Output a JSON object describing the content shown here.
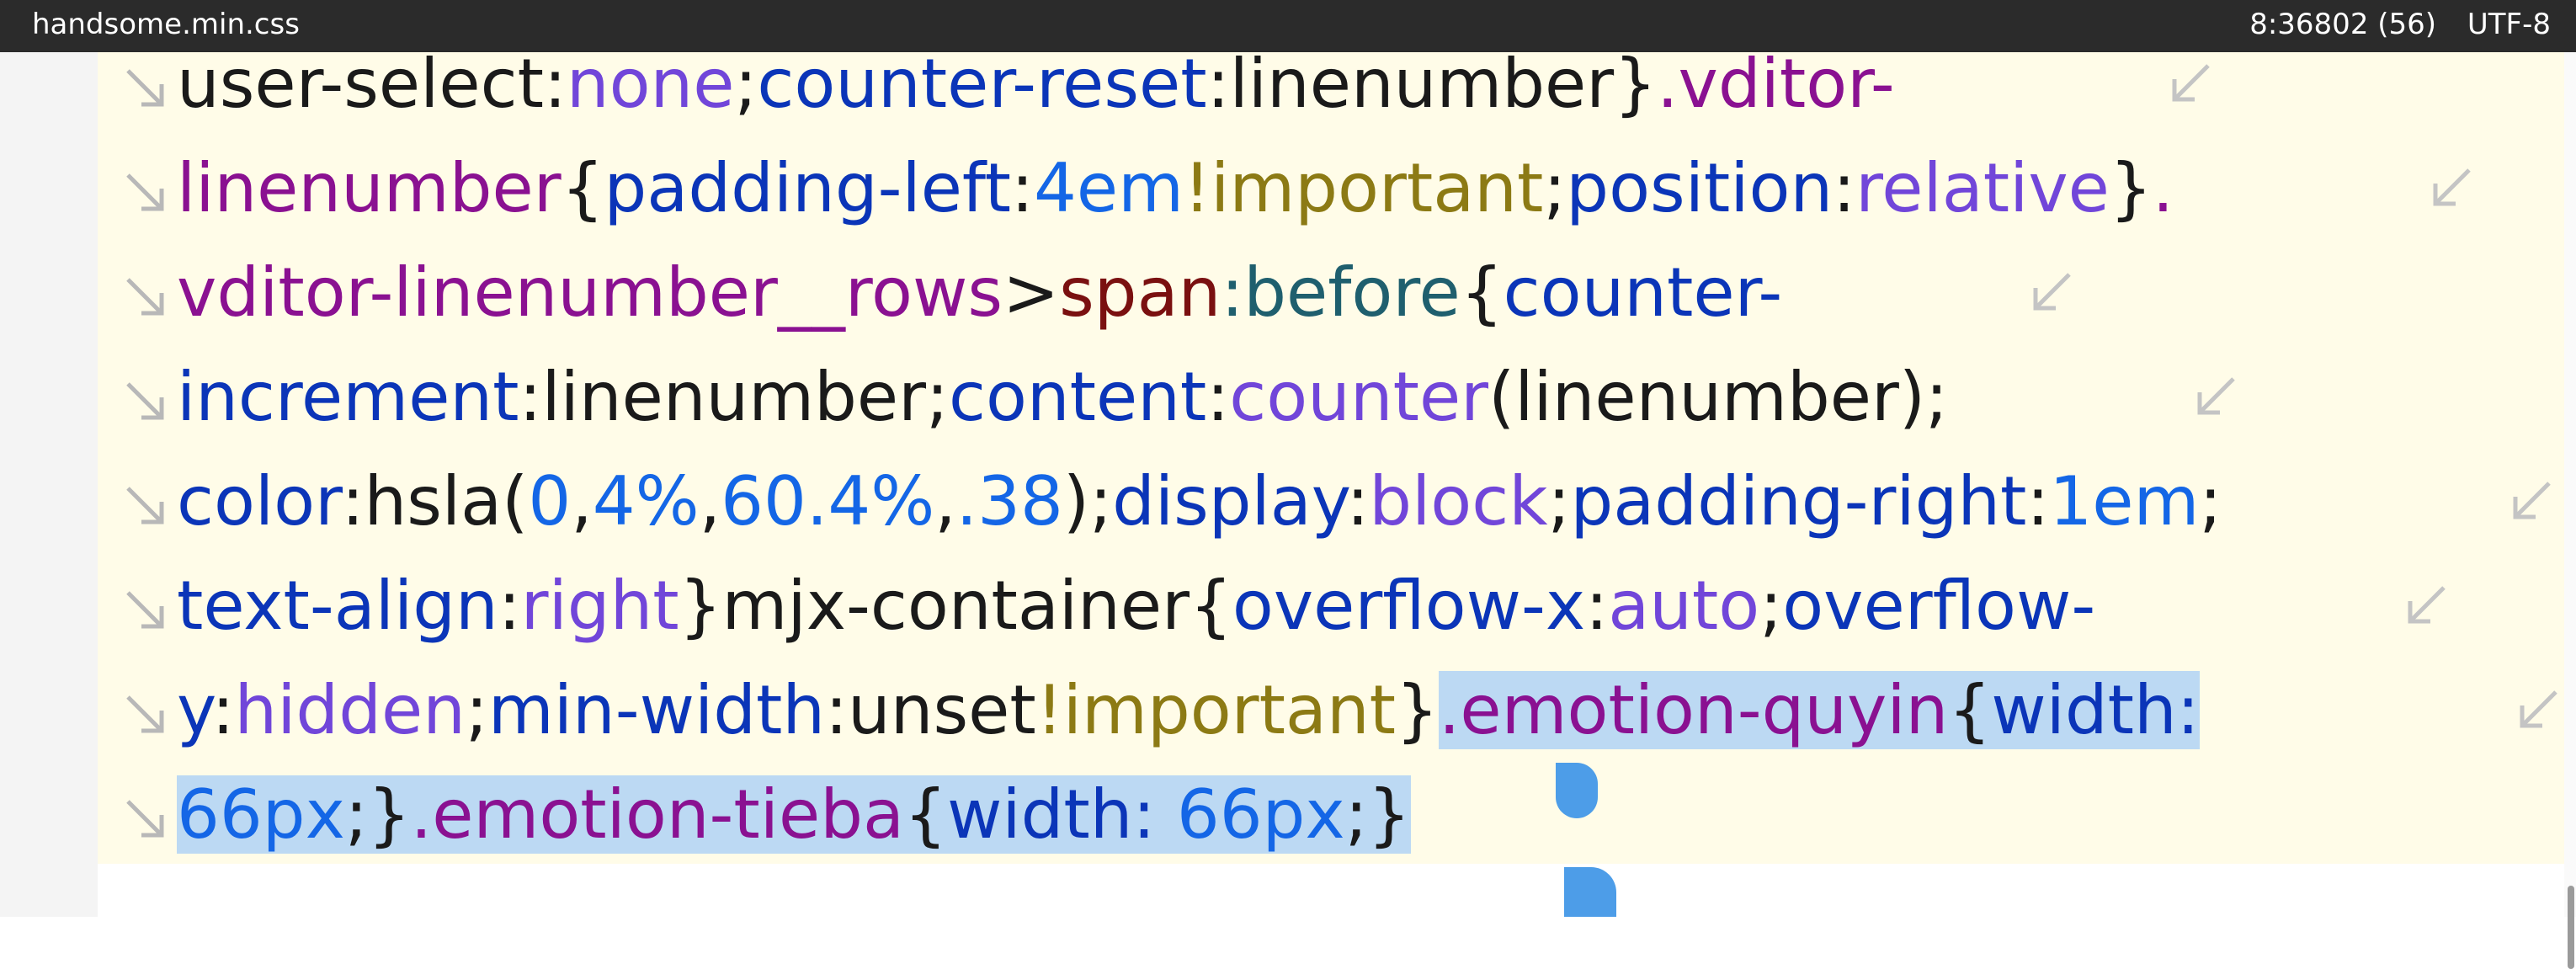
{
  "titlebar": {
    "filename": "handsome.min.css",
    "cursor_position": "8:36802 (56)",
    "encoding": "UTF-8"
  },
  "colors": {
    "property": "#0b35b8",
    "keyword_value": "#7146d9",
    "number": "#1466e6",
    "selector_class": "#8a1191",
    "important": "#8c7a14",
    "tag": "#7a1010",
    "pseudo": "#1f5f6e",
    "punctuation": "#1a1a1a",
    "selection": "#bcd9f3",
    "editor_background": "#fffce8"
  },
  "code_lines": [
    [
      [
        "p",
        "user-select:"
      ],
      [
        "v",
        "none"
      ],
      [
        "p",
        ";"
      ],
      [
        "k",
        "counter-reset"
      ],
      [
        "p",
        ":linenumber}"
      ],
      [
        "c",
        ".vditor-"
      ]
    ],
    [
      [
        "c",
        "linenumber"
      ],
      [
        "p",
        "{"
      ],
      [
        "k",
        "padding-left"
      ],
      [
        "p",
        ":"
      ],
      [
        "n",
        "4em"
      ],
      [
        "i",
        "!important"
      ],
      [
        "p",
        ";"
      ],
      [
        "k",
        "position"
      ],
      [
        "p",
        ":"
      ],
      [
        "v",
        "relative"
      ],
      [
        "p",
        "}"
      ],
      [
        "c",
        "."
      ]
    ],
    [
      [
        "c",
        "vditor-linenumber__rows"
      ],
      [
        "p",
        ">"
      ],
      [
        "t",
        "span"
      ],
      [
        "ps",
        ":before"
      ],
      [
        "p",
        "{"
      ],
      [
        "k",
        "counter-"
      ]
    ],
    [
      [
        "k",
        "increment"
      ],
      [
        "p",
        ":linenumber;"
      ],
      [
        "k",
        "content"
      ],
      [
        "p",
        ":"
      ],
      [
        "v",
        "counter"
      ],
      [
        "p",
        "(linenumber);"
      ]
    ],
    [
      [
        "k",
        "color"
      ],
      [
        "p",
        ":hsla("
      ],
      [
        "n",
        "0"
      ],
      [
        "p",
        ","
      ],
      [
        "n",
        "4%"
      ],
      [
        "p",
        ","
      ],
      [
        "n",
        "60.4%"
      ],
      [
        "p",
        ","
      ],
      [
        "n",
        ".38"
      ],
      [
        "p",
        ");"
      ],
      [
        "k",
        "display"
      ],
      [
        "p",
        ":"
      ],
      [
        "v",
        "block"
      ],
      [
        "p",
        ";"
      ],
      [
        "k",
        "padding-right"
      ],
      [
        "p",
        ":"
      ],
      [
        "n",
        "1em"
      ],
      [
        "p",
        ";"
      ]
    ],
    [
      [
        "k",
        "text-align"
      ],
      [
        "p",
        ":"
      ],
      [
        "v",
        "right"
      ],
      [
        "p",
        "}mjx-container{"
      ],
      [
        "k",
        "overflow-x"
      ],
      [
        "p",
        ":"
      ],
      [
        "v",
        "auto"
      ],
      [
        "p",
        ";"
      ],
      [
        "k",
        "overflow-"
      ]
    ],
    [
      [
        "k",
        "y"
      ],
      [
        "p",
        ":"
      ],
      [
        "v",
        "hidden"
      ],
      [
        "p",
        ";"
      ],
      [
        "k",
        "min-width"
      ],
      [
        "p",
        ":unset"
      ],
      [
        "i",
        "!important"
      ],
      [
        "p",
        "}"
      ],
      [
        "c",
        ".emotion-quyin",
        1
      ],
      [
        "p",
        "{",
        1
      ],
      [
        "k",
        "width:",
        1
      ]
    ],
    [
      [
        "n",
        "66px",
        1
      ],
      [
        "p",
        ";}",
        1
      ],
      [
        "c",
        ".emotion-tieba",
        1
      ],
      [
        "p",
        "{",
        1
      ],
      [
        "k",
        "width:",
        1
      ],
      [
        "p",
        "  ",
        1
      ],
      [
        "n",
        "66px",
        1
      ],
      [
        "p",
        ";}",
        1
      ]
    ]
  ]
}
